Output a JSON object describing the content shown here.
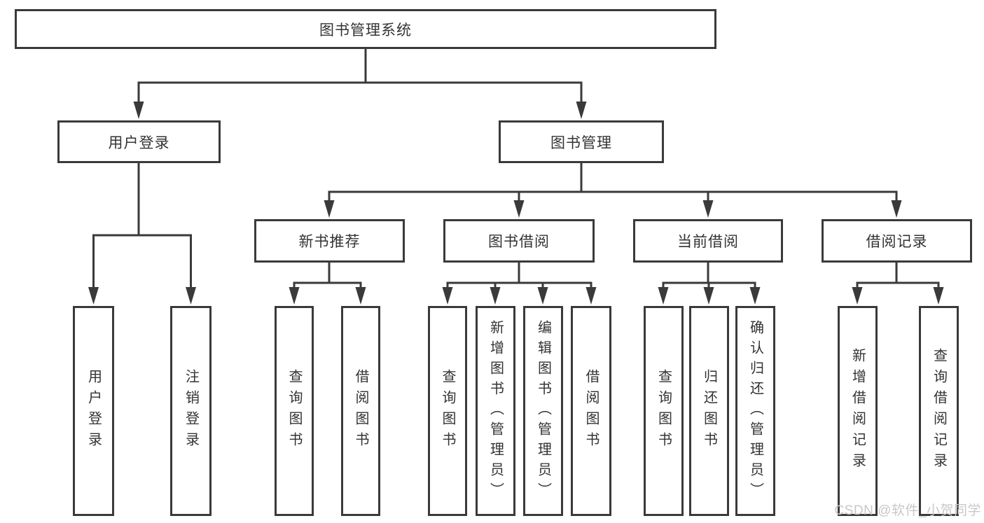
{
  "tree": {
    "root": {
      "label": "图书管理系统"
    },
    "branches": [
      {
        "label": "用户登录",
        "leaves": [
          "用户登录",
          "注销登录"
        ]
      },
      {
        "label": "图书管理",
        "groups": [
          {
            "label": "新书推荐",
            "leaves": [
              "查询图书",
              "借阅图书"
            ]
          },
          {
            "label": "图书借阅",
            "leaves": [
              "查询图书",
              "新增图书（管理员）",
              "编辑图书（管理员）",
              "借阅图书"
            ]
          },
          {
            "label": "当前借阅",
            "leaves": [
              "查询图书",
              "归还图书",
              "确认归还（管理员）"
            ]
          },
          {
            "label": "借阅记录",
            "leaves": [
              "新增借阅记录",
              "查询借阅记录"
            ]
          }
        ]
      }
    ]
  },
  "watermark": {
    "text": "CSDN @软件_小贺同学"
  },
  "colors": {
    "line": "#3a3a3a",
    "text": "#333333",
    "box_background": "#ffffff",
    "page_background": "#ffffff",
    "watermark": "#c8c8c8"
  }
}
